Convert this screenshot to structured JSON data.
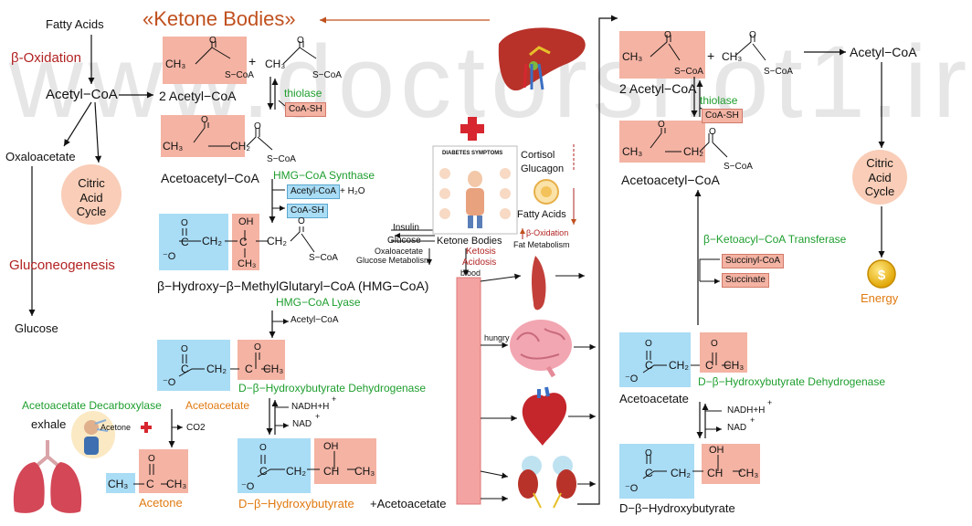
{
  "watermark": "www.doctorshot1.ir",
  "title": "«Ketone Bodies»",
  "left": {
    "fatty_acids": "Fatty Acids",
    "beta_oxidation": "β-Oxidation",
    "acetyl_coa": "Acetyl−CoA",
    "oxaloacetate": "Oxaloacetate",
    "citric_acid_cycle": "Citric\nAcid\nCycle",
    "gluconeogenesis": "Gluconeogenesis",
    "glucose": "Glucose"
  },
  "center": {
    "two_acetyl_coa": "2 Acetyl−CoA",
    "thiolase": "thiolase",
    "coa_sh": "CoA-SH",
    "acetoacetyl_coa": "Acetoacetyl−CoA",
    "hmg_synthase": "HMG−CoA Synthase",
    "acetyl_coa_tag": "Acetyl-CoA",
    "plus_h2o": "+ H₂O",
    "coa_sh2": "CoA-SH",
    "hmg_coa": "β−Hydroxy−β−MethylGlutaryl−CoA (HMG−CoA)",
    "hmg_lyase": "HMG−CoA Lyase",
    "acetyl_coa_out": "Acetyl−CoA",
    "d_bhb_dehydrogenase": "D−β−Hydroxybutyrate Dehydrogenase",
    "acetoacetate": "Acetoacetate",
    "acetoacetate_decarboxylase": "Acetoacetate Decarboxylase",
    "nadh": "NADH+H",
    "nad": "NAD",
    "exhale": "exhale",
    "acetone_tag": "Acetone",
    "co2": "CO2",
    "acetone": "Acetone",
    "d_bhb_plus": "D−β−Hydroxybutyrate",
    "plus_acetoacetate": "+Acetoacetate"
  },
  "panel": {
    "diabetes_symptoms": "DIABETES SYMPTOMS",
    "cortisol": "Cortisol",
    "glucagon": "Glucagon",
    "fatty_acids": "Fatty Acids",
    "beta_oxidation": "β-Oxidation",
    "insulin": "Insulin",
    "glucose": "Glucose",
    "ketone_bodies": "Ketone Bodies",
    "fat_metabolism": "Fat Metabolism",
    "oxaloacetate": "Oxaloacetate",
    "glucose_metabolism": "Glucose Metabolism",
    "ketosis": "Ketosis",
    "acidosis": "Acidosis",
    "blood": "blood",
    "hungry": "hungry"
  },
  "right": {
    "two_acetyl_coa": "2 Acetyl−CoA",
    "acetyl_coa": "Acetyl−CoA",
    "thiolase": "thiolase",
    "coa_sh": "CoA-SH",
    "acetoacetyl_coa": "Acetoacetyl−CoA",
    "citric_acid_cycle": "Citric\nAcid\nCycle",
    "transferase": "β−Ketoacyl−CoA Transferase",
    "succinyl_coa": "Succinyl-CoA",
    "succinate": "Succinate",
    "energy": "Energy",
    "dollar": "$",
    "d_bhb_dehydrogenase": "D−β−Hydroxybutyrate Dehydrogenase",
    "acetoacetate": "Acetoacetate",
    "nadh": "NADH+H",
    "nad": "NAD",
    "d_bhb": "D−β−Hydroxybutyrate"
  },
  "chem": {
    "o": "O",
    "oh": "OH",
    "ch3": "CH₃",
    "ch2": "CH₂",
    "ch": "CH",
    "c": "C",
    "s_coa": "S−CoA",
    "minus_o": "⁻O",
    "plus": "+",
    "sup_plus": "+"
  },
  "colors": {
    "pink_box": "#f4b3a3",
    "blue_box": "#a9dcf5",
    "green_text": "#1e9e2e",
    "red_text": "#b22222",
    "orange_text": "#e07a10",
    "title": "#c0501e",
    "circle": "#f9cdb7",
    "blood_bar": "#f4a3a3"
  },
  "icons": {
    "liver": "liver-icon",
    "medical_cross": "medical-cross-icon",
    "muscle": "muscle-icon",
    "brain": "brain-icon",
    "heart": "heart-icon",
    "kidney": "kidney-icon",
    "lungs": "lungs-icon",
    "person": "exhaling-person-icon",
    "coin": "dollar-coin-icon"
  }
}
